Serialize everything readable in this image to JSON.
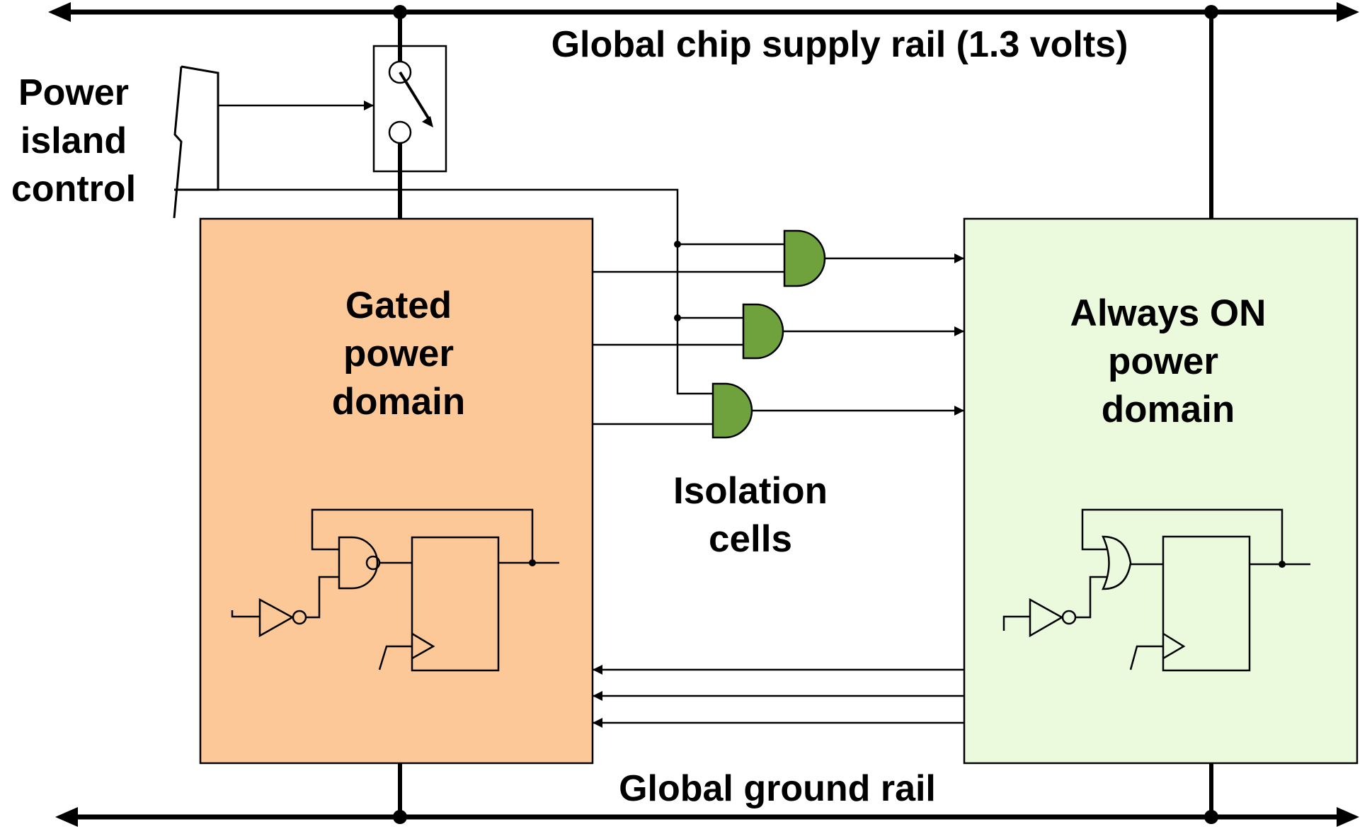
{
  "labels": {
    "supply_rail": "Global chip supply rail (1.3 volts)",
    "ground_rail": "Global ground rail",
    "power_island_control": [
      "Power",
      "island",
      "control"
    ],
    "gated_domain": [
      "Gated",
      "power",
      "domain"
    ],
    "always_on_domain": [
      "Always ON",
      "power",
      "domain"
    ],
    "isolation_cells": [
      "Isolation",
      "cells"
    ]
  },
  "colors": {
    "gated_domain_fill": "#FCC897",
    "always_on_domain_fill": "#EBFADC",
    "isolation_cell_fill": "#6FA13C",
    "line": "#000000",
    "background": "#FFFFFF"
  }
}
